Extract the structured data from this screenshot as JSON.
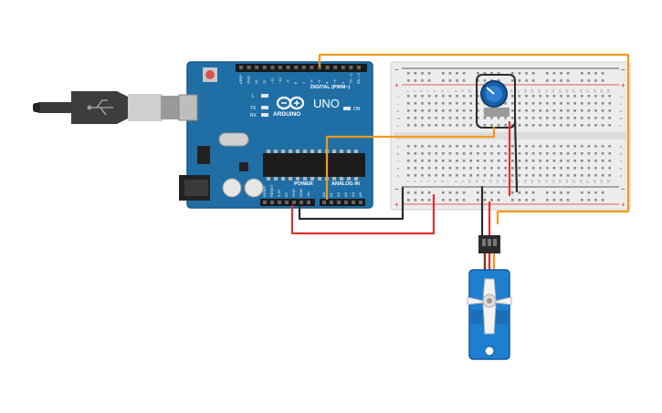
{
  "arduino": {
    "logo_text": "ARDUINO",
    "model": "UNO",
    "digital_header_label": "DIGITAL (PWM~)",
    "tx_label": "TX",
    "rx_label": "RX",
    "l_label": "L",
    "on_label": "ON",
    "power_label": "POWER",
    "analog_label": "ANALOG IN",
    "digital_pins": [
      "AREF",
      "GND",
      "13",
      "12",
      "~11",
      "~10",
      "~9",
      "8",
      "7",
      "~6",
      "~5",
      "4",
      "~3",
      "2",
      "TX→1",
      "RX←0"
    ],
    "power_pins": [
      "IOREF",
      "RESET",
      "3.3V",
      "5V",
      "GND",
      "GND",
      "Vin"
    ],
    "analog_pins": [
      "A0",
      "A1",
      "A2",
      "A3",
      "A4",
      "A5"
    ]
  },
  "breadboard": {
    "column_numbers": [
      "1",
      "2",
      "3",
      "4",
      "5",
      "6",
      "7",
      "8",
      "9",
      "10",
      "11",
      "12",
      "13",
      "14",
      "15",
      "16",
      "17",
      "18",
      "19",
      "20",
      "21",
      "22",
      "23",
      "24",
      "25",
      "26",
      "27",
      "28",
      "29",
      "30"
    ],
    "row_letters_top": [
      "j",
      "i",
      "h",
      "g",
      "f"
    ],
    "row_letters_bottom": [
      "e",
      "d",
      "c",
      "b",
      "a"
    ],
    "rail_minus": "−",
    "rail_plus": "+"
  },
  "colors": {
    "board_blue": "#1f6fa6",
    "wire_orange": "#f59a1e",
    "wire_red": "#e03030",
    "wire_black": "#2b2b2b",
    "servo_blue": "#1e7fd0",
    "breadboard_bg": "#ececec"
  },
  "icons": {
    "usb_plug": "usb-plug-icon",
    "potentiometer": "potentiometer-icon",
    "servo": "servo-motor-icon"
  }
}
